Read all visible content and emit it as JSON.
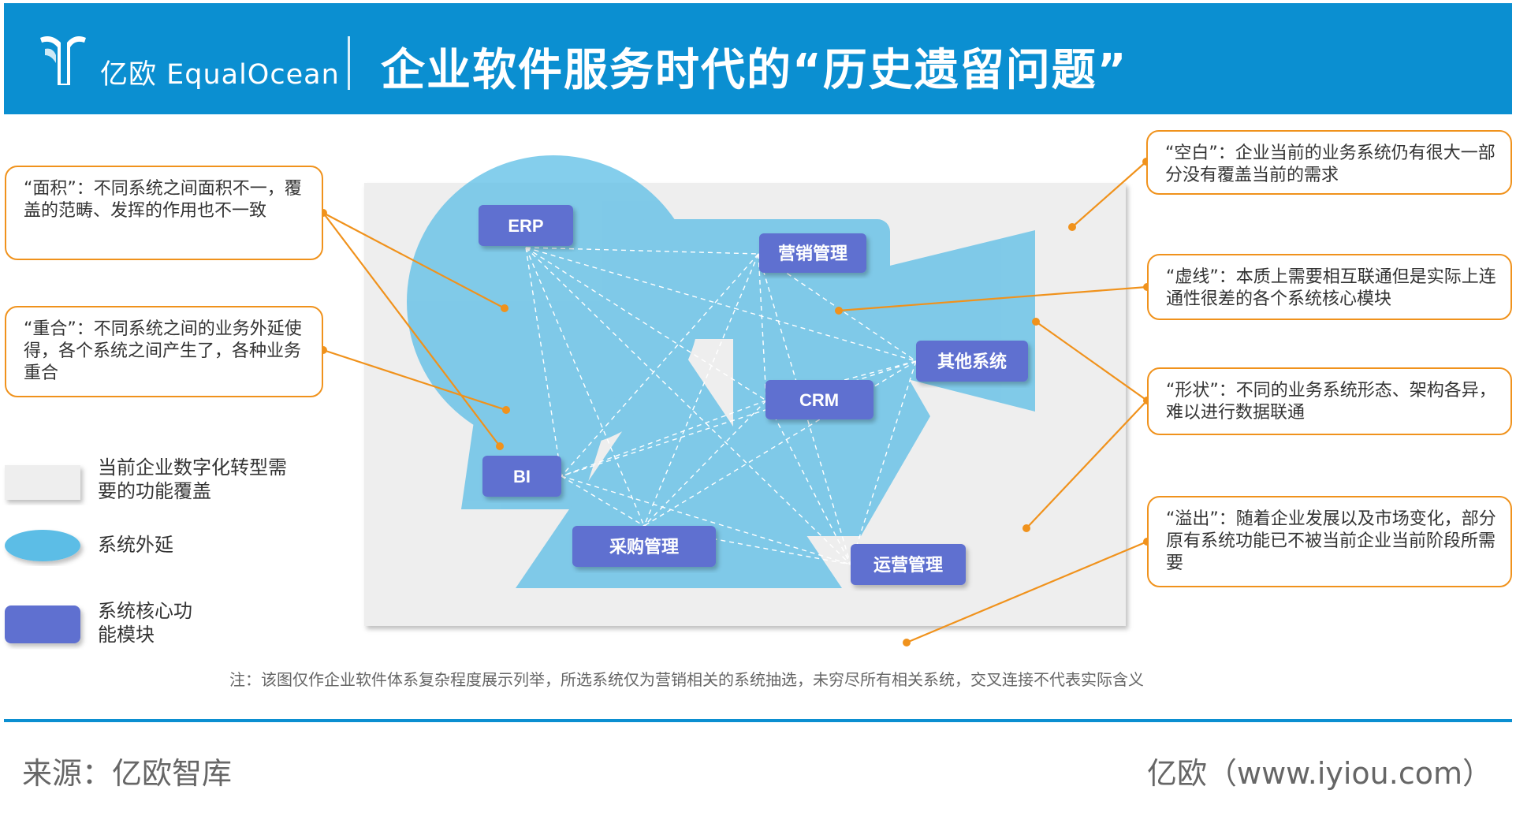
{
  "header": {
    "logo_text": "亿欧 EqualOcean",
    "title": "企业软件服务时代的“历史遗留问题”"
  },
  "nodes": {
    "erp": "ERP",
    "marketing": "营销管理",
    "other": "其他系统",
    "crm": "CRM",
    "bi": "BI",
    "purchasing": "采购管理",
    "operations": "运营管理"
  },
  "callouts": {
    "area": "“面积”：不同系统之间面积不一，覆盖的范畴、发挥的作用也不一致",
    "overlap": "“重合”：不同系统之间的业务外延使得，各个系统之间产生了，各种业务重合",
    "blank": "“空白”：企业当前的业务系统仍有很大一部分没有覆盖当前的需求",
    "dashed": "“虚线”：本质上需要相互联通但是实际上连通性很差的各个系统核心模块",
    "shape": "“形状”：不同的业务系统形态、架构各异，难以进行数据联通",
    "overflow": "“溢出”：随着企业发展以及市场变化，部分原有系统功能已不被当前企业当前阶段所需要"
  },
  "legend": {
    "coverage": "当前企业数字化转型需要的功能覆盖",
    "extension": "系统外延",
    "core": "系统核心功能模块"
  },
  "note": "注：该图仅作企业软件体系复杂程度展示列举，所选系统仅为营销相关的系统抽选，未穷尽所有相关系统，交叉连接不代表实际含义",
  "footer": {
    "source": "来源：亿欧智库",
    "site": "亿欧（www.iyiou.com）"
  },
  "colors": {
    "brand_blue": "#0b8fd1",
    "extension_blue": "#5bbde6",
    "core_blue": "#5e6fd0",
    "callout_orange": "#f0921c",
    "coverage_gray": "#eeeeee"
  }
}
